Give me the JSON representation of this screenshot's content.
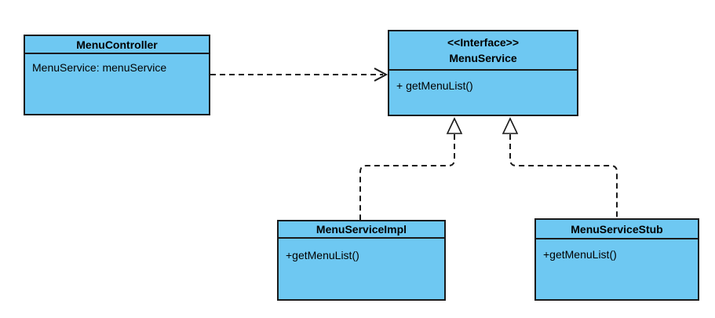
{
  "diagram": {
    "colors": {
      "box_fill": "#6EC8F2",
      "box_border": "#1A1A1A",
      "background": "#FFFFFF",
      "text": "#000000"
    },
    "classes": {
      "menu_controller": {
        "title": "MenuController",
        "members": [
          "MenuService: menuService"
        ]
      },
      "menu_service": {
        "stereotype": "<<Interface>>",
        "title": "MenuService",
        "members": [
          "+ getMenuList()"
        ]
      },
      "menu_service_impl": {
        "title": "MenuServiceImpl",
        "members": [
          "+getMenuList()"
        ]
      },
      "menu_service_stub": {
        "title": "MenuServiceStub",
        "members": [
          "+getMenuList()"
        ]
      }
    },
    "relations": [
      {
        "type": "dependency",
        "from": "MenuController",
        "to": "MenuService",
        "style": "dashed-open-arrow"
      },
      {
        "type": "realization",
        "from": "MenuServiceImpl",
        "to": "MenuService",
        "style": "dashed-hollow-triangle"
      },
      {
        "type": "realization",
        "from": "MenuServiceStub",
        "to": "MenuService",
        "style": "dashed-hollow-triangle"
      }
    ]
  }
}
